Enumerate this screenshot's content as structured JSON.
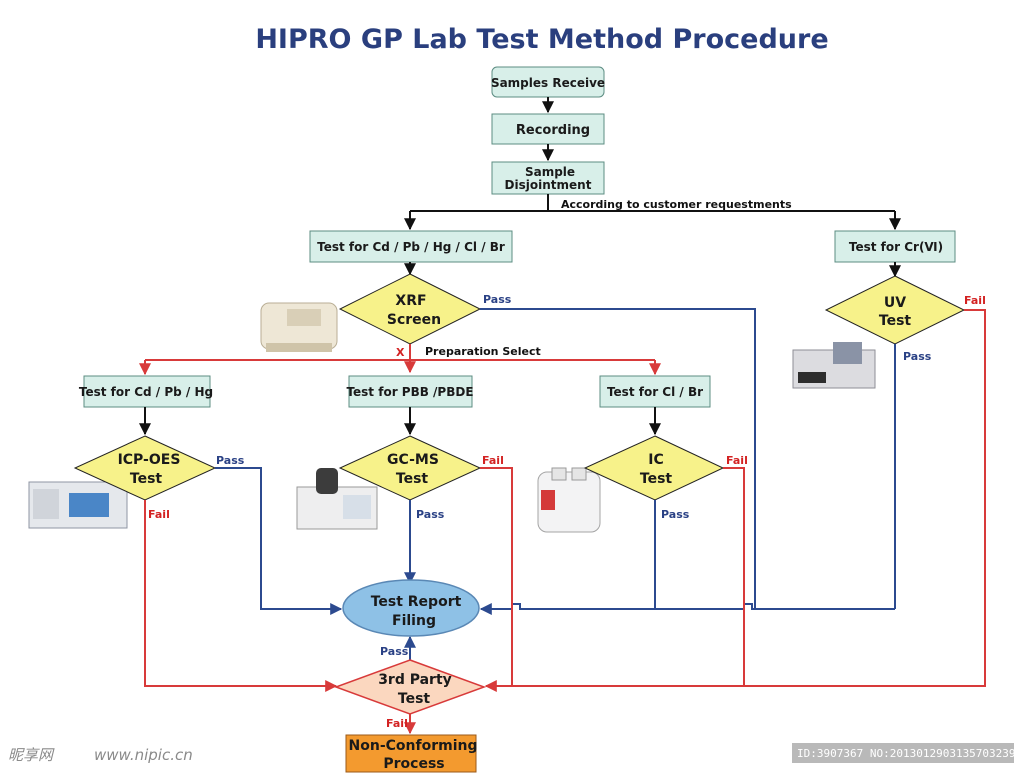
{
  "title": "HIPRO GP Lab Test Method Procedure",
  "boxes": {
    "samples_receive": "Samples Receive",
    "recording": "Recording",
    "sample_disjointment_1": "Sample",
    "sample_disjointment_2": "Disjointment",
    "test_main": "Test for Cd / Pb / Hg / Cl / Br",
    "test_cr": "Test  for  Cr(Ⅵ)",
    "test_cdpbhg": "Test for Cd / Pb / Hg",
    "test_pbb": "Test for PBB /PBDE",
    "test_clbr": "Test for Cl / Br",
    "nonconforming_1": "Non-Conforming",
    "nonconforming_2": "Process"
  },
  "decisions": {
    "xrf_1": "XRF",
    "xrf_2": "Screen",
    "uv_1": "UV",
    "uv_2": "Test",
    "icp_1": "ICP-OES",
    "icp_2": "Test",
    "gcms_1": "GC-MS",
    "gcms_2": "Test",
    "ic_1": "IC",
    "ic_2": "Test",
    "third_1": "3rd Party",
    "third_2": "Test"
  },
  "report": {
    "line1": "Test Report",
    "line2": "Filing"
  },
  "labels": {
    "according": "According to customer requestments",
    "preparation": "Preparation Select",
    "x_mark": "X",
    "pass": "Pass",
    "fail": "Fail"
  },
  "watermark": {
    "logo": "昵享网",
    "url": "www.nipic.cn",
    "id_text": "ID:3907367 NO:20130129031357032392"
  },
  "colors": {
    "title": "#2a3f7e",
    "box_fill": "#d8efe9",
    "diamond_fill": "#f7f28a",
    "third_party_fill": "#fbd7bf",
    "report_fill": "#8ec1e6",
    "nonconforming_fill": "#f39a2f",
    "pass_line": "#2c4a8f",
    "fail_line": "#d83a3a"
  }
}
